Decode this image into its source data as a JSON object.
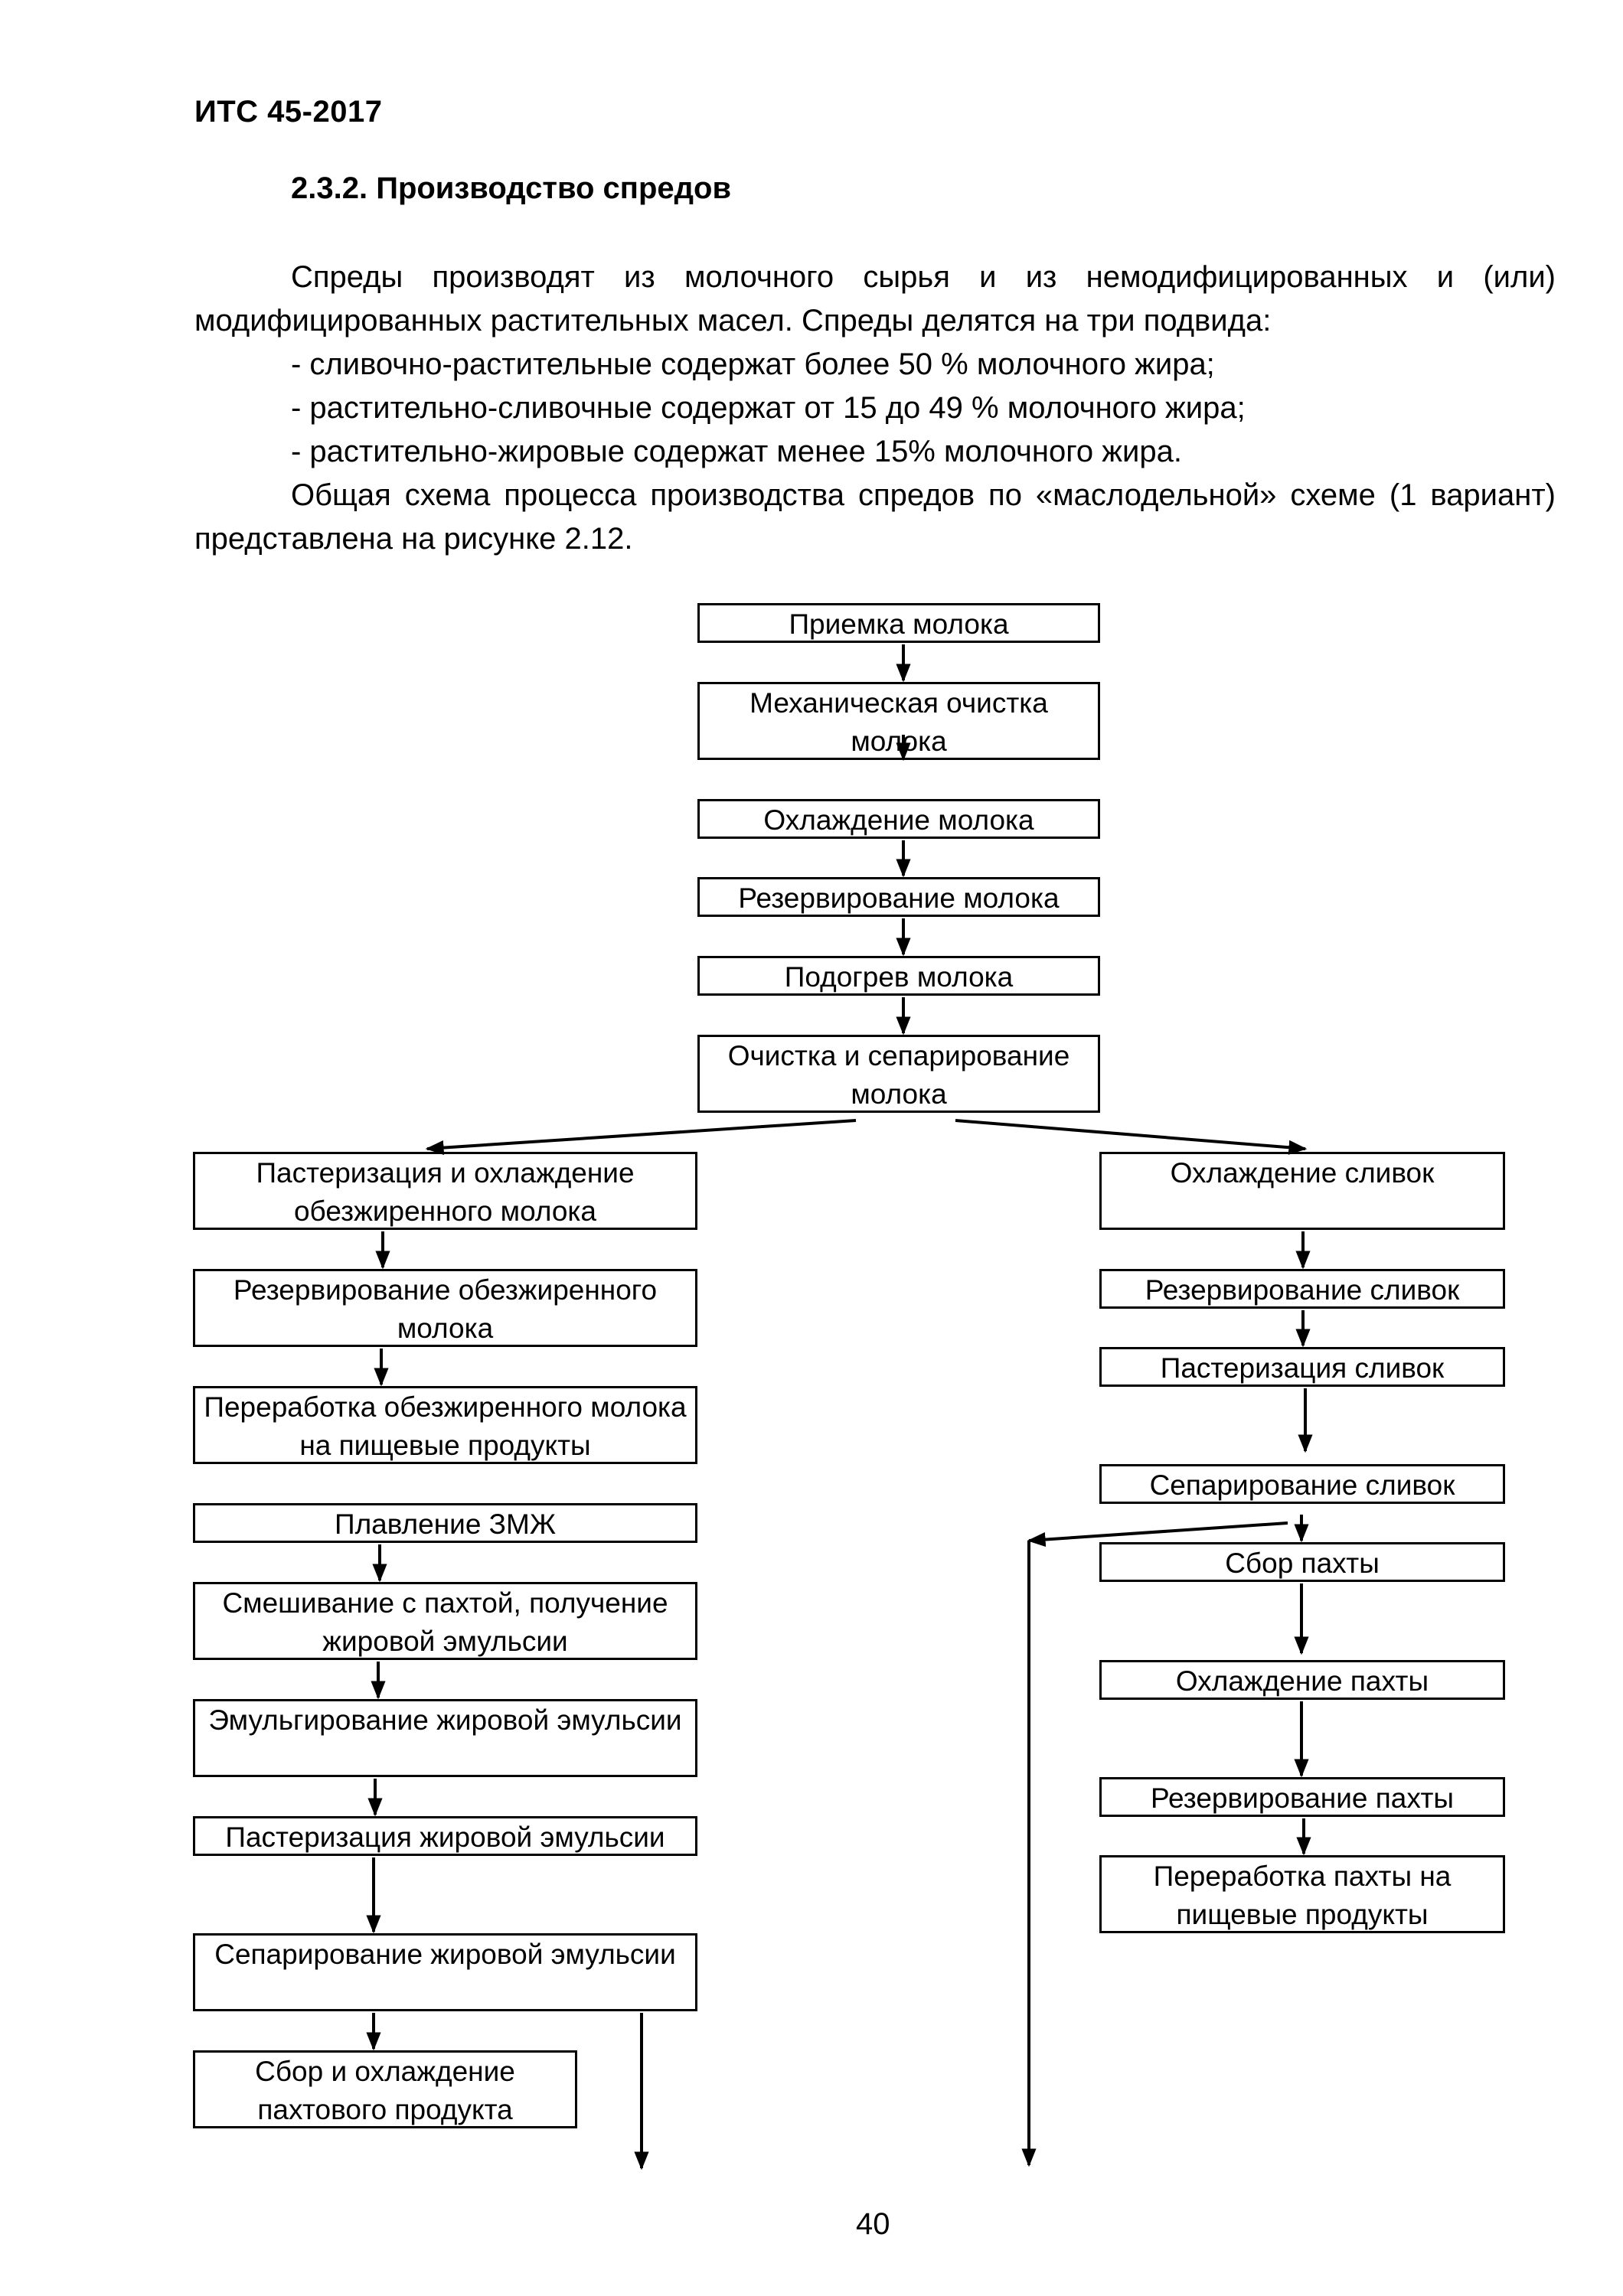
{
  "header": {
    "doc_code": "ИТС 45-2017"
  },
  "section": {
    "title": "2.3.2. Производство спредов"
  },
  "text": {
    "para1": "Спреды производят из молочного сырья и из немодифицированных и (или) модифицированных растительных масел. Спреды делятся на три подвида:",
    "list": [
      "- сливочно-растительные содержат более 50 % молочного жира;",
      "- растительно-сливочные содержат от 15 до 49 % молочного жира;",
      "- растительно-жировые содержат менее 15% молочного жира."
    ],
    "para2": "Общая схема процесса производства спредов по «маслодельной» схеме (1 вариант) представлена на рисунке 2.12."
  },
  "flowchart": {
    "center": [
      "Приемка молока",
      "Механическая очистка молока",
      "Охлаждение молока",
      "Резервирование молока",
      "Подогрев молока",
      "Очистка и сепарирование молока"
    ],
    "left": [
      "Пастеризация и охлаждение обезжиренного молока",
      "Резервирование обезжиренного молока",
      "Переработка обезжиренного молока на пищевые продукты",
      "Плавление ЗМЖ",
      "Смешивание с пахтой, получение жировой эмульсии",
      "Эмульгирование жировой эмульсии",
      "Пастеризация жировой эмульсии",
      "Сепарирование жировой эмульсии",
      "Сбор и охлаждение пахтового продукта"
    ],
    "right": [
      "Охлаждение сливок",
      "Резервирование сливок",
      "Пастеризация сливок",
      "Сепарирование сливок",
      "Сбор пахты",
      "Охлаждение пахты",
      "Резервирование пахты",
      "Переработка пахты на пищевые продукты"
    ]
  },
  "footer": {
    "page_number": "40"
  }
}
